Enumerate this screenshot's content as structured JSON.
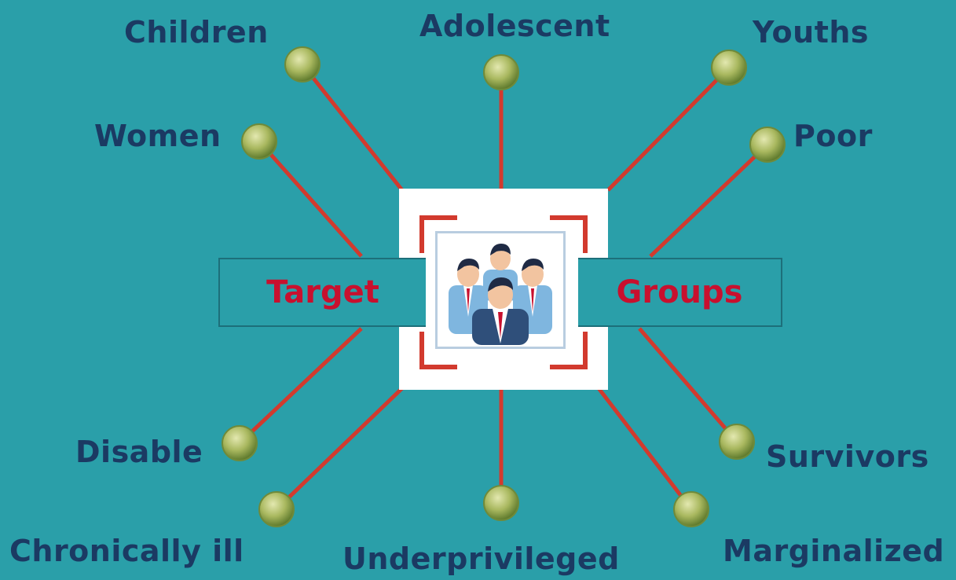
{
  "diagram": {
    "center": {
      "left_label": "Target",
      "right_label": "Groups",
      "icon": "people-group-icon"
    },
    "nodes": [
      {
        "id": "children",
        "label": "Children"
      },
      {
        "id": "adolescent",
        "label": "Adolescent"
      },
      {
        "id": "youths",
        "label": "Youths"
      },
      {
        "id": "women",
        "label": "Women"
      },
      {
        "id": "poor",
        "label": "Poor"
      },
      {
        "id": "disable",
        "label": "Disable"
      },
      {
        "id": "survivors",
        "label": "Survivors"
      },
      {
        "id": "chronically-ill",
        "label": "Chronically ill"
      },
      {
        "id": "underprivileged",
        "label": "Underprivileged"
      },
      {
        "id": "marginalized",
        "label": "Marginalized"
      }
    ]
  },
  "colors": {
    "background": "#2a9fa9",
    "label": "#1b3a63",
    "connector": "#d23a2e",
    "center_text": "#c8102e",
    "node_dot": "#a9b85f"
  }
}
